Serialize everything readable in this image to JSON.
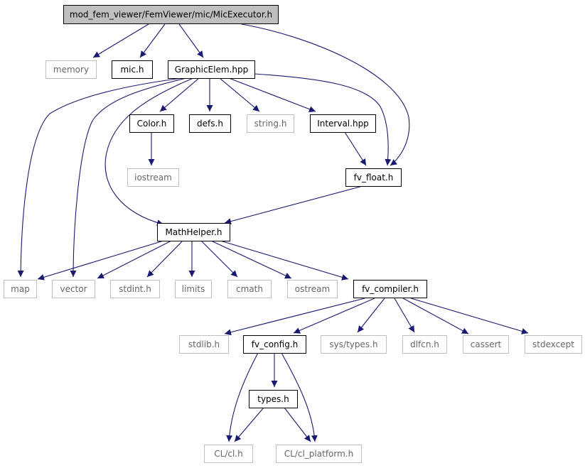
{
  "diagram": {
    "colors": {
      "edge": "#191970",
      "node_border": "#000000",
      "node_border_external": "#bfbfbf",
      "node_text": "#000000",
      "node_text_external": "#666666",
      "root_fill": "#bfbfbf",
      "node_fill": "#ffffff"
    },
    "nodes": [
      {
        "id": "root",
        "label": "mod_fem_viewer/FemViewer/mic/MicExecutor.h",
        "kind": "root"
      },
      {
        "id": "memory",
        "label": "memory",
        "kind": "external"
      },
      {
        "id": "mic_h",
        "label": "mic.h",
        "kind": "file"
      },
      {
        "id": "graphicelem",
        "label": "GraphicElem.hpp",
        "kind": "file"
      },
      {
        "id": "color",
        "label": "Color.h",
        "kind": "file"
      },
      {
        "id": "defs",
        "label": "defs.h",
        "kind": "file"
      },
      {
        "id": "string",
        "label": "string.h",
        "kind": "external"
      },
      {
        "id": "interval",
        "label": "Interval.hpp",
        "kind": "file"
      },
      {
        "id": "iostream",
        "label": "iostream",
        "kind": "external"
      },
      {
        "id": "fv_float",
        "label": "fv_float.h",
        "kind": "file"
      },
      {
        "id": "mathhelper",
        "label": "MathHelper.h",
        "kind": "file"
      },
      {
        "id": "map",
        "label": "map",
        "kind": "external"
      },
      {
        "id": "vector",
        "label": "vector",
        "kind": "external"
      },
      {
        "id": "stdint",
        "label": "stdint.h",
        "kind": "external"
      },
      {
        "id": "limits",
        "label": "limits",
        "kind": "external"
      },
      {
        "id": "cmath",
        "label": "cmath",
        "kind": "external"
      },
      {
        "id": "ostream",
        "label": "ostream",
        "kind": "external"
      },
      {
        "id": "fv_compiler",
        "label": "fv_compiler.h",
        "kind": "file"
      },
      {
        "id": "stdlib",
        "label": "stdlib.h",
        "kind": "external"
      },
      {
        "id": "fv_config",
        "label": "fv_config.h",
        "kind": "file"
      },
      {
        "id": "systypes",
        "label": "sys/types.h",
        "kind": "external"
      },
      {
        "id": "dlfcn",
        "label": "dlfcn.h",
        "kind": "external"
      },
      {
        "id": "cassert",
        "label": "cassert",
        "kind": "external"
      },
      {
        "id": "stdexcept",
        "label": "stdexcept",
        "kind": "external"
      },
      {
        "id": "types",
        "label": "types.h",
        "kind": "file"
      },
      {
        "id": "clcl",
        "label": "CL/cl.h",
        "kind": "external"
      },
      {
        "id": "clplatform",
        "label": "CL/cl_platform.h",
        "kind": "external"
      }
    ],
    "edges": [
      {
        "from": "root",
        "to": "memory"
      },
      {
        "from": "root",
        "to": "mic_h"
      },
      {
        "from": "root",
        "to": "graphicelem"
      },
      {
        "from": "root",
        "to": "fv_float"
      },
      {
        "from": "graphicelem",
        "to": "map"
      },
      {
        "from": "graphicelem",
        "to": "vector"
      },
      {
        "from": "graphicelem",
        "to": "mathhelper"
      },
      {
        "from": "graphicelem",
        "to": "color"
      },
      {
        "from": "graphicelem",
        "to": "defs"
      },
      {
        "from": "graphicelem",
        "to": "string"
      },
      {
        "from": "graphicelem",
        "to": "interval"
      },
      {
        "from": "graphicelem",
        "to": "fv_float"
      },
      {
        "from": "color",
        "to": "iostream"
      },
      {
        "from": "interval",
        "to": "fv_float"
      },
      {
        "from": "fv_float",
        "to": "mathhelper"
      },
      {
        "from": "mathhelper",
        "to": "map"
      },
      {
        "from": "mathhelper",
        "to": "vector"
      },
      {
        "from": "mathhelper",
        "to": "stdint"
      },
      {
        "from": "mathhelper",
        "to": "limits"
      },
      {
        "from": "mathhelper",
        "to": "cmath"
      },
      {
        "from": "mathhelper",
        "to": "ostream"
      },
      {
        "from": "mathhelper",
        "to": "fv_compiler"
      },
      {
        "from": "fv_compiler",
        "to": "stdlib"
      },
      {
        "from": "fv_compiler",
        "to": "fv_config"
      },
      {
        "from": "fv_compiler",
        "to": "systypes"
      },
      {
        "from": "fv_compiler",
        "to": "dlfcn"
      },
      {
        "from": "fv_compiler",
        "to": "cassert"
      },
      {
        "from": "fv_compiler",
        "to": "stdexcept"
      },
      {
        "from": "fv_config",
        "to": "types"
      },
      {
        "from": "fv_config",
        "to": "clcl"
      },
      {
        "from": "fv_config",
        "to": "clplatform"
      },
      {
        "from": "types",
        "to": "clcl"
      },
      {
        "from": "types",
        "to": "clplatform"
      }
    ]
  }
}
